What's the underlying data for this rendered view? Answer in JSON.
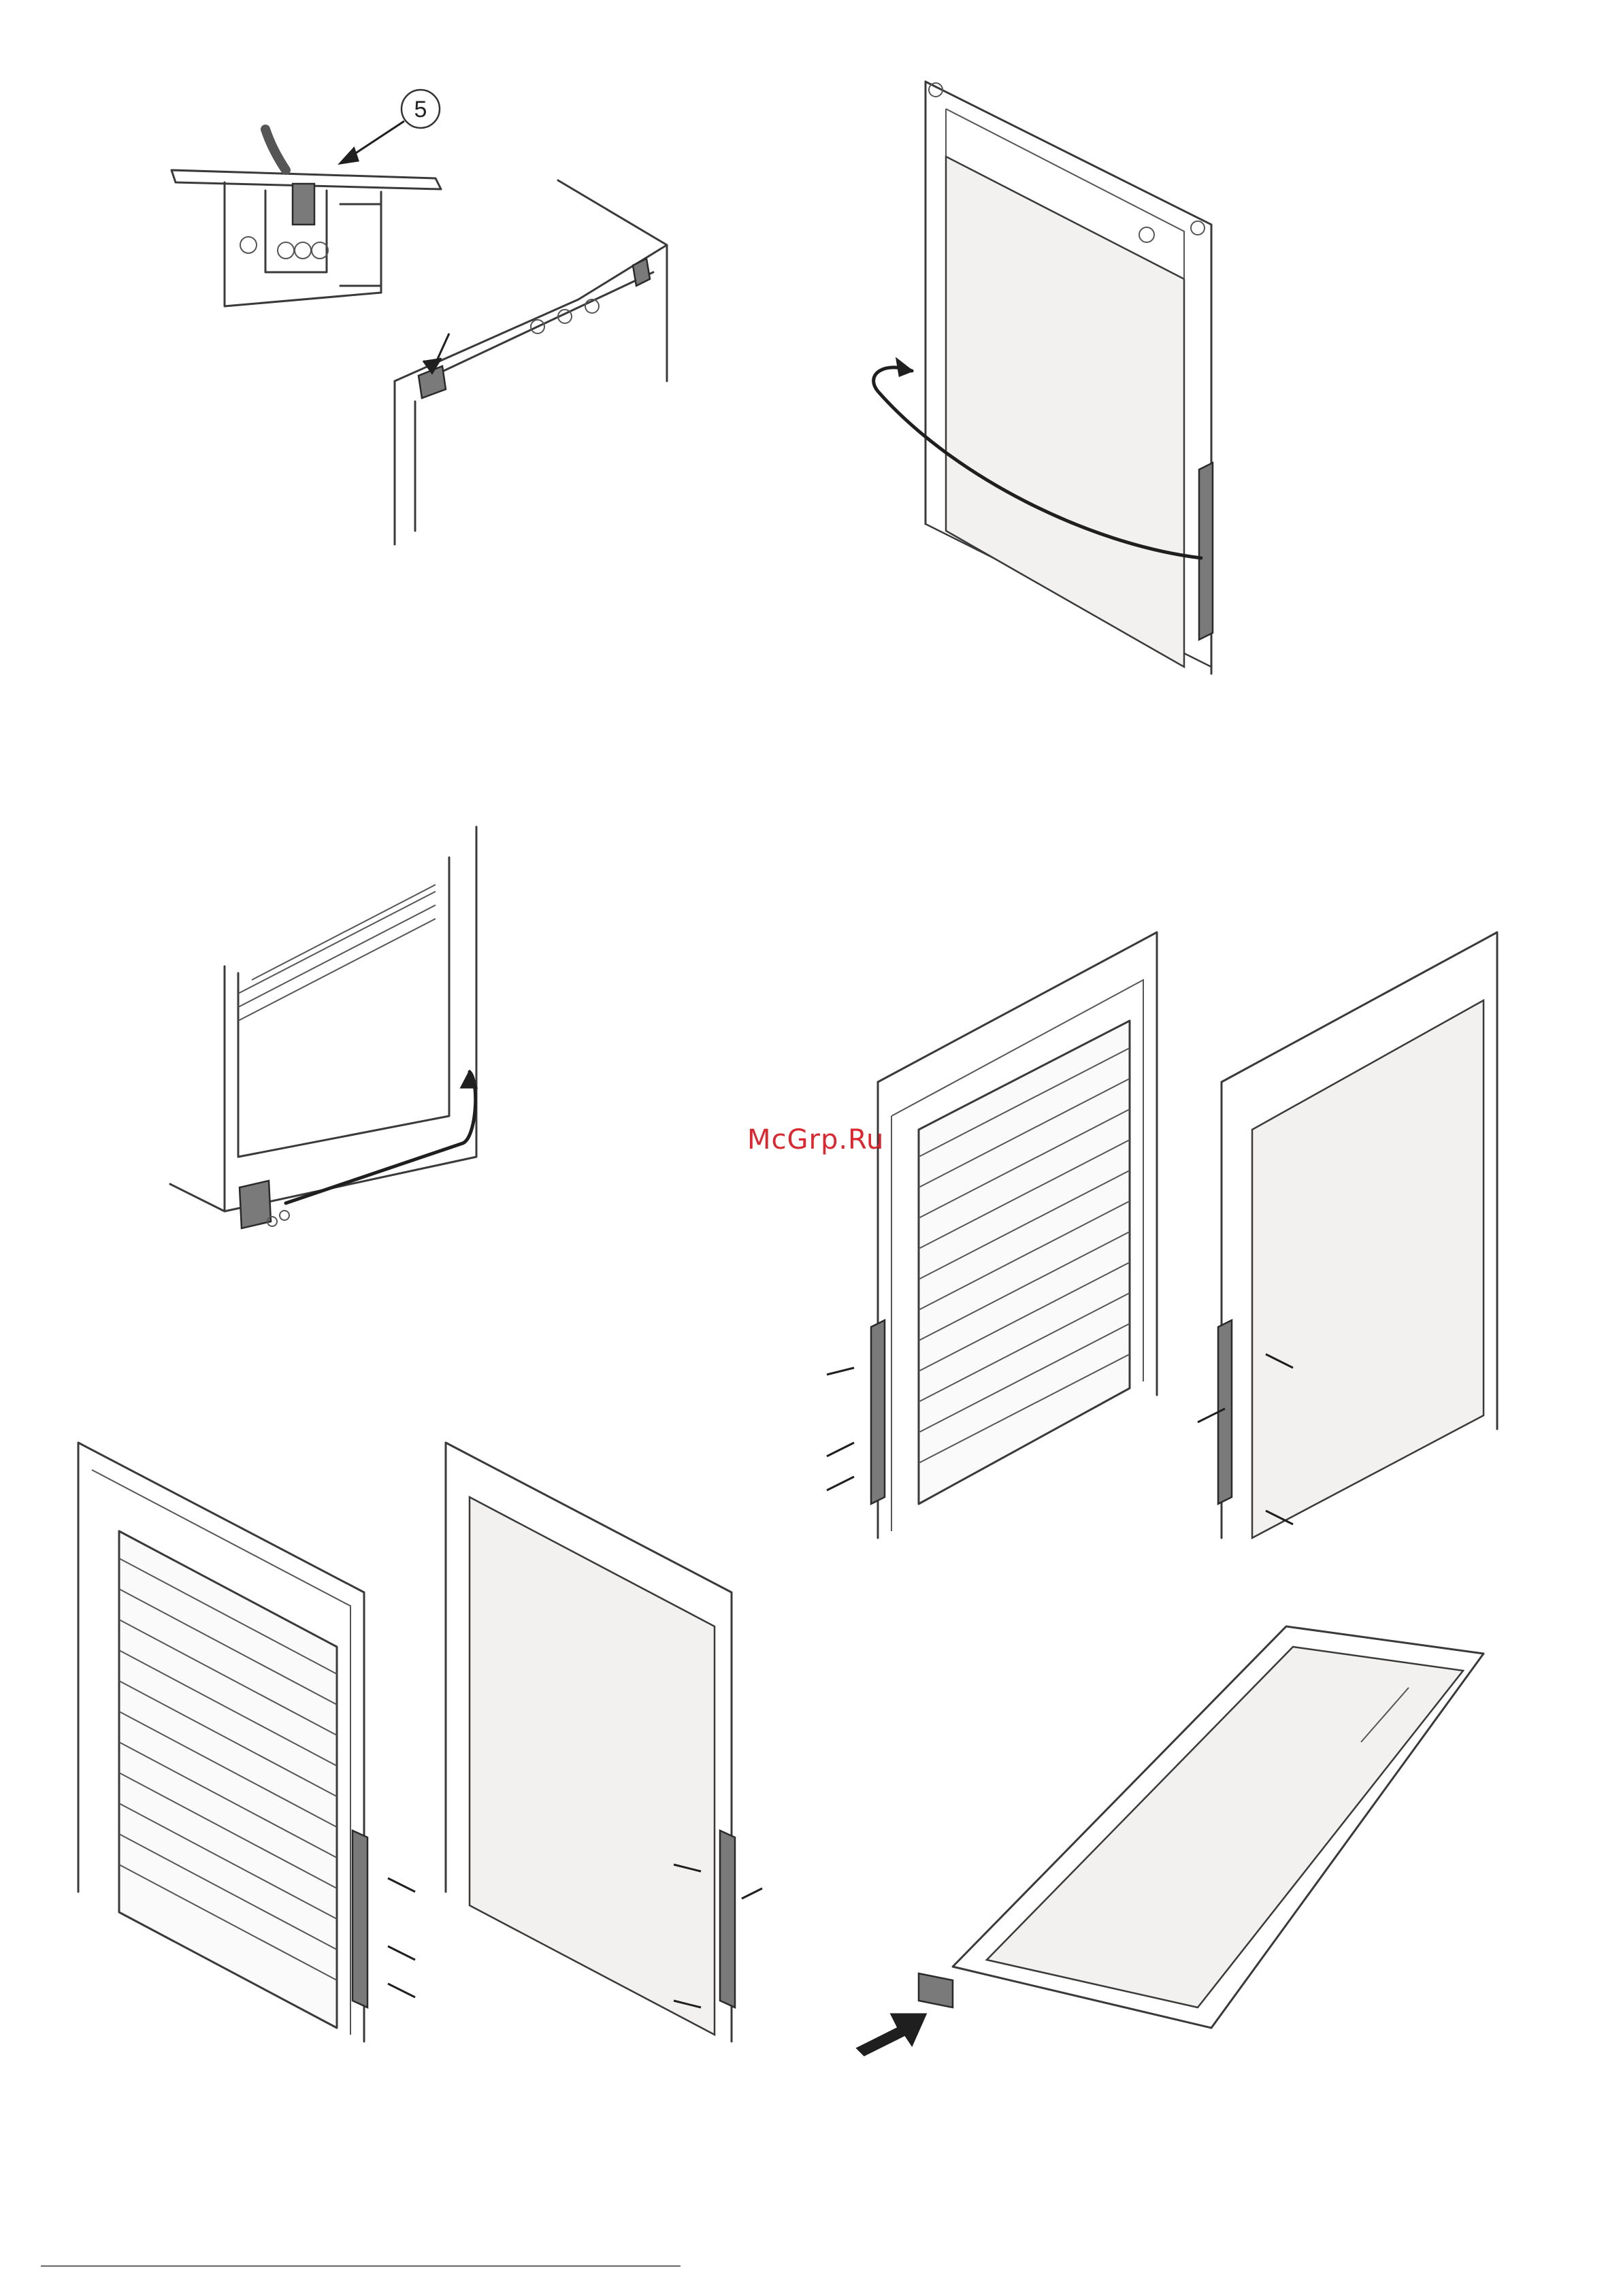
{
  "callout": {
    "number": "5"
  },
  "watermark": {
    "text": "McGrp.Ru"
  },
  "figures": [
    {
      "id": "fig-hinge-top",
      "icon": "hinge-removal-illustration"
    },
    {
      "id": "fig-door-handle-route",
      "icon": "door-handle-transfer-illustration"
    },
    {
      "id": "fig-cabinet-plate",
      "icon": "cabinet-hinge-plate-illustration"
    },
    {
      "id": "fig-doors-vented-and-plain-top",
      "icon": "handle-mount-illustration"
    },
    {
      "id": "fig-doors-vented-and-plain-bottom",
      "icon": "handle-removal-illustration"
    },
    {
      "id": "fig-frame-hinge",
      "icon": "frame-hinge-insert-illustration"
    }
  ],
  "colors": {
    "line": "#3a3a3a",
    "panel": "#f2f1ef",
    "watermark": "#d9282f"
  }
}
